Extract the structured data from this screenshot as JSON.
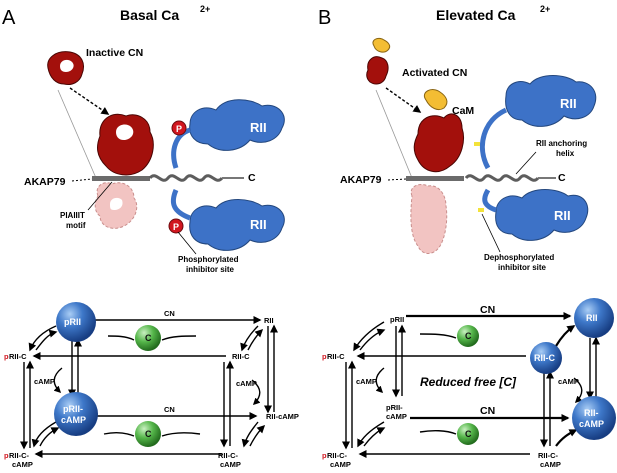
{
  "colors": {
    "cn_red": "#a3100c",
    "cn_light": "#f2c4c2",
    "rii_blue": "#3d72c7",
    "cam_yellow": "#f3bd33",
    "helix_grey": "#5d5d5d",
    "c_green": "#52b848",
    "phospho_red": "#d1161f"
  },
  "panel_a": {
    "letter": "A",
    "title": "Basal Ca",
    "title_sup": "2+",
    "inactive_cn": "Inactive CN",
    "akap": "AKAP79",
    "pixiit_1": "PIAIIIT",
    "pixiit_2": "motif",
    "phos_1": "Phosphorylated",
    "phos_2": "inhibitor site",
    "rii": "RII",
    "c_term": "C",
    "p": "P"
  },
  "panel_b": {
    "letter": "B",
    "title": "Elevated Ca",
    "title_sup": "2+",
    "activated_cn": "Activated CN",
    "cam": "CaM",
    "rii_anch_1": "RII anchoring",
    "rii_anch_2": "helix",
    "akap": "AKAP79",
    "dephos_1": "Dephosphorylated",
    "dephos_2": "inhibitor site",
    "rii": "RII",
    "c_term": "C"
  },
  "cycle_a": {
    "node_prii": "pRII",
    "node_c": "C",
    "node_prii_camp_1": "pRII-",
    "node_prii_camp_2": "cAMP",
    "node_c2": "C",
    "cn_top": "CN",
    "cn_mid": "CN",
    "rii": "RII",
    "rii_c": "RII-C",
    "prii_c_p": "p",
    "prii_c": "RII-C",
    "camp_left": "cAMP",
    "camp_right": "cAMP",
    "rii_camp": "RII-cAMP",
    "rii_c_camp_1": "RII-C-",
    "rii_c_camp_2": "cAMP",
    "prii_c_camp_p": "p",
    "prii_c_camp_1": "RII-C-",
    "prii_c_camp_2": "cAMP"
  },
  "cycle_b": {
    "prii": "pRII",
    "node_c": "C",
    "cn_top": "CN",
    "node_rii": "RII",
    "node_rii_c": "RII-C",
    "prii_c_p": "p",
    "prii_c": "RII-C",
    "reduced": "Reduced free [C]",
    "camp_left": "cAMP",
    "camp_right": "cAMP",
    "prii_camp_1": "pRII-",
    "prii_camp_2": "cAMP",
    "cn_mid": "CN",
    "node_c2": "C",
    "node_rii_camp_1": "RII-",
    "node_rii_camp_2": "cAMP",
    "prii_c_camp_p": "p",
    "prii_c_camp_1": "RII-C-",
    "prii_c_camp_2": "cAMP",
    "rii_c_camp_1": "RII-C-",
    "rii_c_camp_2": "cAMP"
  }
}
